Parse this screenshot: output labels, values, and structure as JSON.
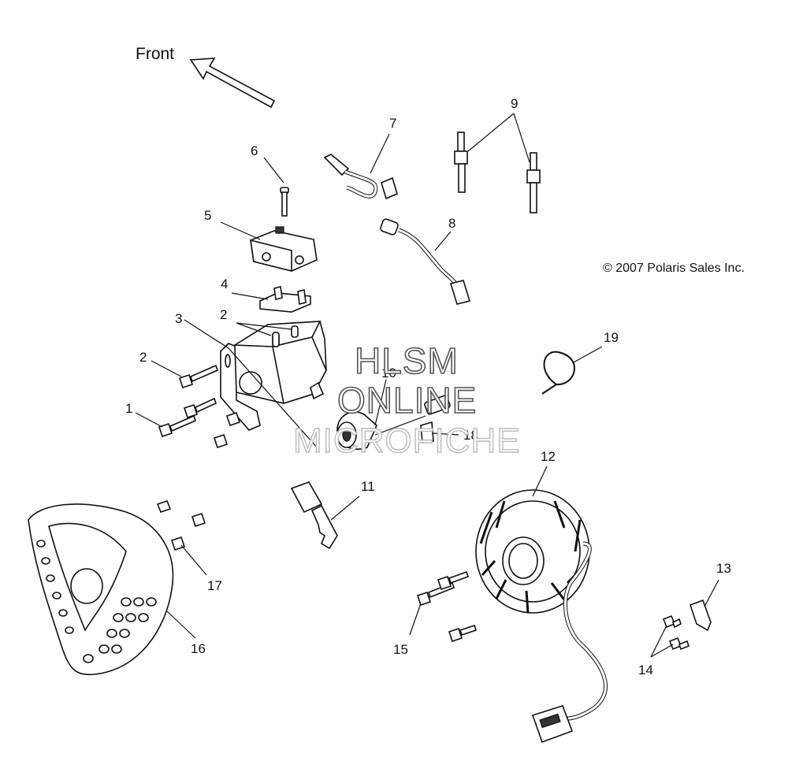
{
  "direction_label": "Front",
  "copyright": "© 2007 Polaris Sales Inc.",
  "watermark": {
    "line1": "HLSM",
    "line2": "ONLINE",
    "line3": "MICROFICHE"
  },
  "callouts": {
    "c1": "1",
    "c2a": "2",
    "c2b": "2",
    "c3": "3",
    "c4": "4",
    "c5": "5",
    "c6": "6",
    "c7": "7",
    "c8": "8",
    "c9": "9",
    "c10": "10",
    "c11": "11",
    "c12": "12",
    "c13": "13",
    "c14": "14",
    "c15": "15",
    "c16": "16",
    "c17": "17",
    "c18": "18",
    "c19": "19"
  }
}
